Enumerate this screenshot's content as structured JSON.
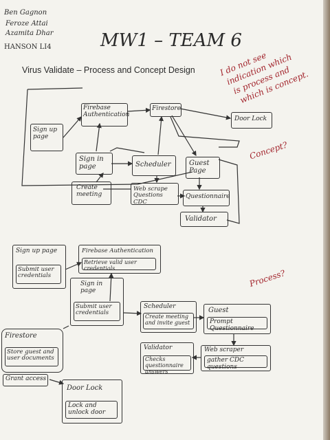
{
  "authors": [
    "Ben Gagnon",
    "Feroze Attai",
    "Azamita Dhar",
    "HANSON LI4"
  ],
  "title": "MW1 – TEAM 6",
  "subtitle": "Virus Validate – Process and Concept Design",
  "red_notes": {
    "top": [
      "I do not see",
      "indication which",
      "is process and",
      "which is concept."
    ],
    "concept": "Concept?",
    "process": "Process?"
  },
  "concept_diagram": {
    "firebase_auth": "Firebase Authentication",
    "firestore": "Firestore",
    "door_lock": "Door Lock",
    "sign_up": "Sign up page",
    "sign_in": "Sign in page",
    "scheduler": "Scheduler",
    "guest_page": "Guest Page",
    "create_meeting": "Create meeting",
    "web_scrape": "Web scrape Questions CDC",
    "questionnaire": "Questionnaire",
    "validator": "Validator"
  },
  "process_diagram": {
    "sign_up": {
      "name": "Sign up page",
      "action": "Submit user credentials"
    },
    "firebase_auth": {
      "name": "Firebase Authentication",
      "action": "Retrieve valid user credentials"
    },
    "sign_in": {
      "name": "Sign in page",
      "action": "Submit user credentials"
    },
    "scheduler": {
      "name": "Scheduler",
      "action": "Create meeting and invite guest"
    },
    "guest": {
      "name": "Guest",
      "action": "Prompt Questionnaire"
    },
    "firestore": {
      "name": "Firestore",
      "action": "Store guest and user documents",
      "extra": "Grant access"
    },
    "validator": {
      "name": "Validator",
      "action": "Checks questionnaire answers"
    },
    "web_scraper": {
      "name": "Web scraper",
      "action": "gather CDC questions"
    },
    "door_lock": {
      "name": "Door Lock",
      "action": "Lock and unlock door"
    }
  }
}
